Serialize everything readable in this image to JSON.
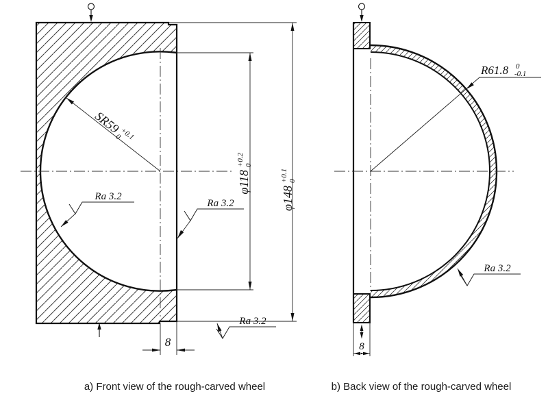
{
  "captions": {
    "front": "a) Front view of the rough-carved wheel",
    "back": "b) Back view of the rough-carved wheel"
  },
  "front": {
    "sr": {
      "label": "SR59",
      "tol_up": "+0.1",
      "tol_dn": "0"
    },
    "d118": {
      "label": "φ118",
      "tol_up": "+0.2",
      "tol_dn": "0"
    },
    "d148": {
      "label": "φ148",
      "tol_up": "+0.1",
      "tol_dn": "0"
    },
    "wall": "8",
    "ra_sphere": "Ra 3.2",
    "ra_face": "Ra 3.2",
    "ra_outer": "Ra 3.2"
  },
  "back": {
    "r": {
      "label": "R61.8",
      "tol_up": "0",
      "tol_dn": "-0.1"
    },
    "ra_shell": "Ra 3.2",
    "rim": "8"
  },
  "colors": {
    "line": "#1a1a1a",
    "background": "#ffffff"
  }
}
